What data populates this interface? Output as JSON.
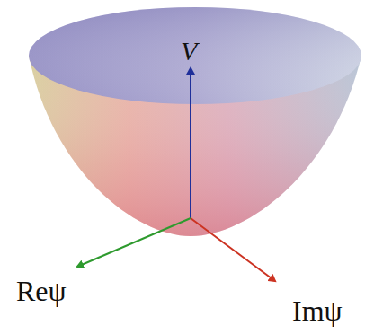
{
  "diagram": {
    "labels": [
      "V",
      "Reψ",
      "Imψ"
    ]
  }
}
